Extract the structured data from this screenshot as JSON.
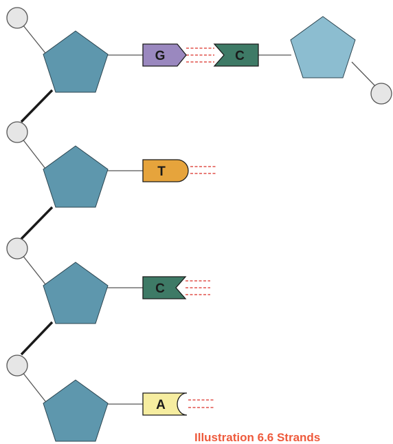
{
  "caption": "Illustration 6.6 Strands",
  "bases": {
    "g": "G",
    "c_paired": "C",
    "t": "T",
    "c": "C",
    "a": "A"
  },
  "colors": {
    "sugar": "#5e97ad",
    "sugar_light": "#8cbdd0",
    "phosphate": "#e6e6e6",
    "guanine": "#9a88bf",
    "cytosine": "#3e7a66",
    "thymine": "#e6a43c",
    "adenine": "#f6eda0",
    "hydrogen_bond": "#e0504a",
    "caption": "#ee5a3c"
  }
}
